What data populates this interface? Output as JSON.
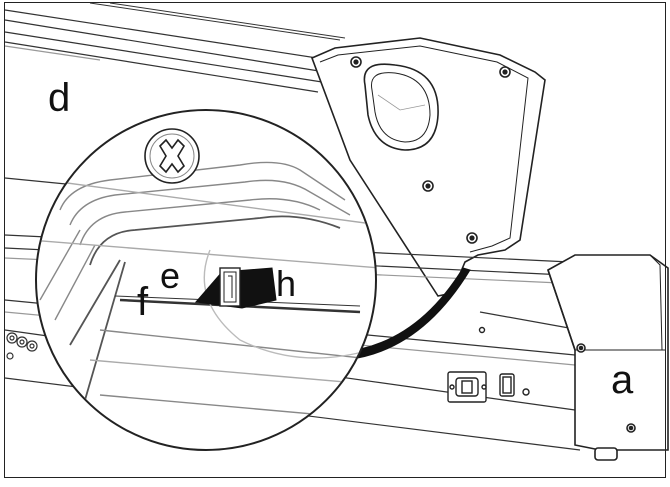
{
  "diagram": {
    "labels": {
      "d": "d",
      "a": "a",
      "e": "e",
      "f": "f",
      "h": "h"
    },
    "colors": {
      "line": "#333333",
      "light_line": "#9a9a9a",
      "fill": "#ffffff",
      "dark_fill": "#111111"
    }
  }
}
